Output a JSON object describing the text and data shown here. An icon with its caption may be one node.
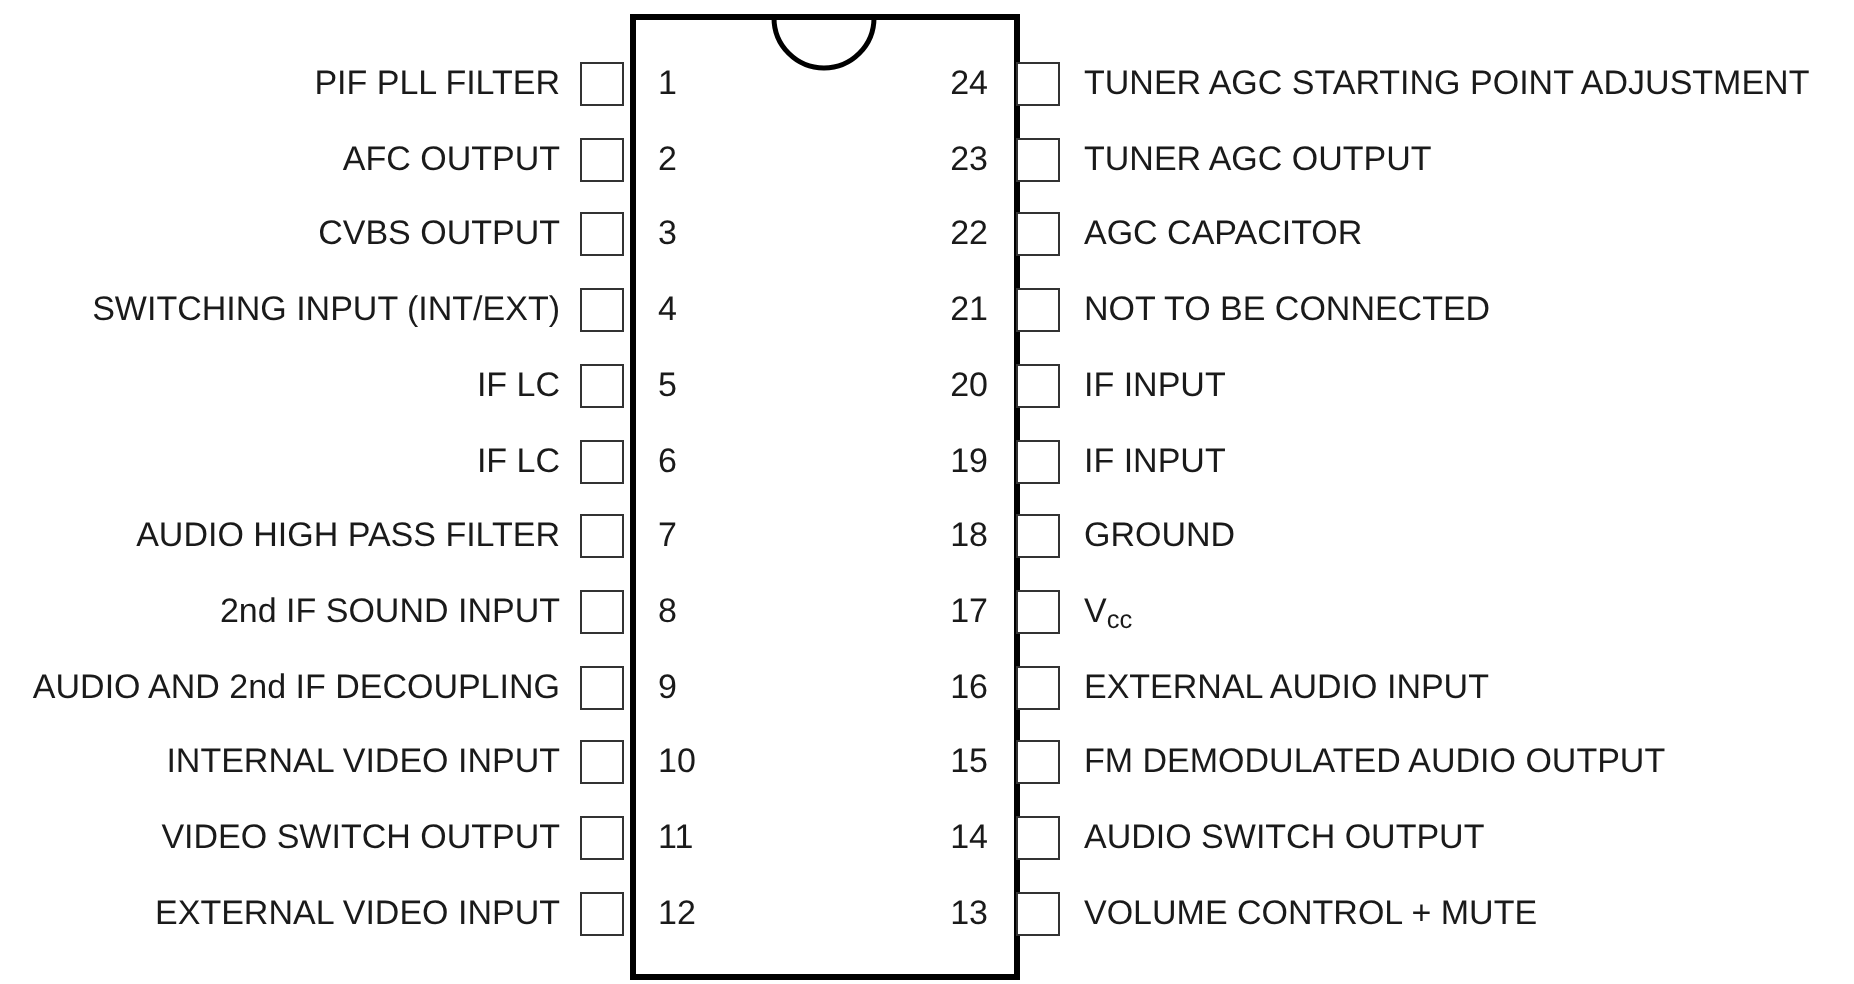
{
  "diagram": {
    "labels": [
      "PIF PLL FILTER",
      "1",
      "24",
      "TUNER AGC STARTING POINT ADJUSTMENT",
      "AFC OUTPUT",
      "2",
      "23",
      "TUNER AGC OUTPUT",
      "CVBS OUTPUT",
      "3",
      "22",
      "AGC CAPACITOR",
      "SWITCHING INPUT (INT/EXT)",
      "4",
      "21",
      "NOT TO BE CONNECTED",
      "IF LC",
      "5",
      "20",
      "IF INPUT",
      "IF LC",
      "6",
      "19",
      "IF INPUT",
      "AUDIO HIGH PASS FILTER",
      "7",
      "18",
      "GROUND",
      "2nd IF SOUND INPUT",
      "8",
      "17",
      "V$_{cc}$",
      "AUDIO AND 2nd IF DECOUPLING",
      "9",
      "16",
      "EXTERNAL AUDIO INPUT",
      "INTERNAL VIDEO INPUT",
      "10",
      "15",
      "FM DEMODULATED AUDIO OUTPUT",
      "VIDEO SWITCH OUTPUT",
      "11",
      "14",
      "AUDIO SWITCH OUTPUT",
      "EXTERNAL VIDEO INPUT",
      "12",
      "13",
      "VOLUME CONTROL + MUTE"
    ]
  }
}
